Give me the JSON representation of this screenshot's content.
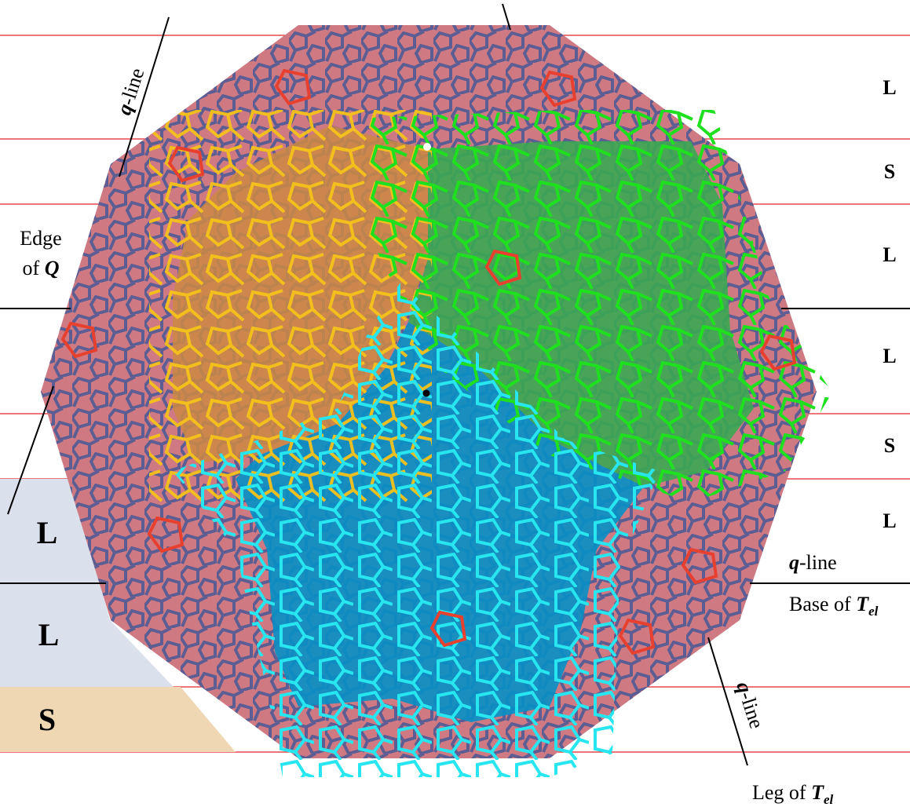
{
  "labels": {
    "right_bands": [
      "L",
      "S",
      "L",
      "L",
      "S",
      "L"
    ],
    "left_bands": [
      "L",
      "L",
      "S"
    ],
    "edge_of": "Edge",
    "edge_of_q_prefix": "of ",
    "edge_of_q_symbol": "Q",
    "q_symbol": "q",
    "line_suffix": "-line",
    "base_of_prefix": "Base of ",
    "leg_of_prefix": "Leg of ",
    "tile_symbol": "T",
    "tile_subscript": "el"
  },
  "colors": {
    "decagon_fill": "#cf7a83",
    "lattice": "#4f5b95",
    "lattice_red": "#e8402e",
    "orange_region": "#cc8a43",
    "orange_lines": "#f5c21a",
    "green_region": "#3aa853",
    "green_lines": "#1fe01f",
    "blue_region": "#0a8fc4",
    "cyan_lines": "#27e6f0",
    "red_guides": "#e3252c",
    "band_blue": "#dbe1ec",
    "band_tan": "#eed7b2"
  }
}
